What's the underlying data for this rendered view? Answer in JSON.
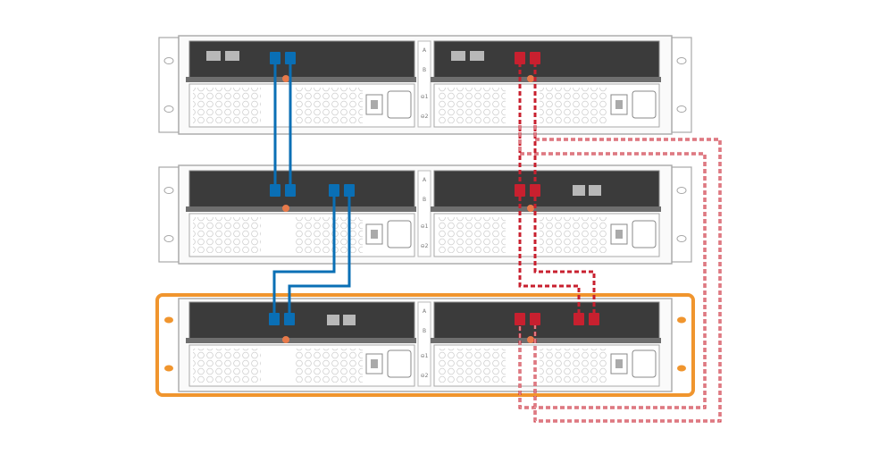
{
  "diagram": {
    "shelves": [
      {
        "id": "shelf-1",
        "highlighted": false,
        "left_window_squares": "left",
        "right_window_squares": "left"
      },
      {
        "id": "shelf-2",
        "highlighted": false,
        "left_window_squares": "none",
        "right_window_squares": "right"
      },
      {
        "id": "shelf-3",
        "highlighted": true,
        "left_window_squares": "right",
        "right_window_squares": "none"
      }
    ],
    "iom_labels": {
      "top": "A",
      "mid": "B",
      "port_1": "⊖1",
      "port_2": "⊖2"
    },
    "cables": [
      {
        "id": "blue-shelf1-shelf2-a",
        "style": "solid",
        "color_key": "blue"
      },
      {
        "id": "blue-shelf1-shelf2-b",
        "style": "solid",
        "color_key": "blue"
      },
      {
        "id": "blue-shelf2-shelf3-a",
        "style": "solid",
        "color_key": "blue"
      },
      {
        "id": "blue-shelf2-shelf3-b",
        "style": "solid",
        "color_key": "blue"
      },
      {
        "id": "red-shelf1-shelf2-a",
        "style": "dashed",
        "color_key": "red"
      },
      {
        "id": "red-shelf1-shelf2-b",
        "style": "dashed",
        "color_key": "red"
      },
      {
        "id": "red-shelf2-shelf3-a",
        "style": "dashed",
        "color_key": "red"
      },
      {
        "id": "red-shelf2-shelf3-b",
        "style": "dashed",
        "color_key": "red"
      },
      {
        "id": "red-shelf1-shelf3-a",
        "style": "dashed",
        "color_key": "red"
      },
      {
        "id": "red-shelf1-shelf3-b",
        "style": "dashed",
        "color_key": "red"
      }
    ]
  },
  "colors": {
    "blue": "#0a6fb5",
    "red": "#c8202f",
    "highlight": "#f0952e",
    "chassis_stroke": "#a8a8a8",
    "iom_dark": "#3b3b3b",
    "latch": "#e87a4a"
  }
}
